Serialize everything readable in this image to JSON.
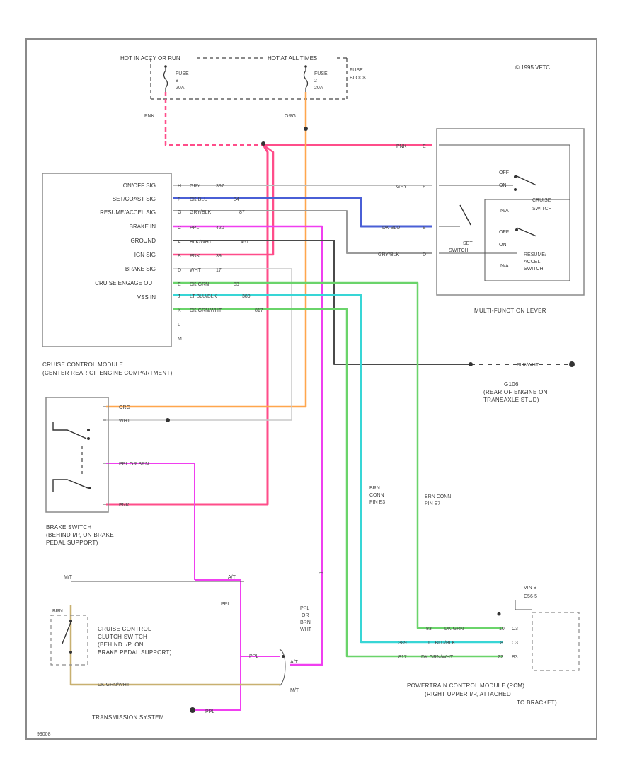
{
  "diagram": {
    "copyright": "© 1995 VFTC",
    "figure_code": "99008",
    "fuses": {
      "hot_run": "HOT IN ACCY OR RUN",
      "hot_all": "HOT AT ALL TIMES",
      "fuse_a": [
        "FUSE",
        "8",
        "20A"
      ],
      "fuse_b": [
        "FUSE",
        "2",
        "20A"
      ],
      "block": [
        "FUSE",
        "BLOCK"
      ],
      "wire_pnk": "PNK",
      "wire_org": "ORG"
    },
    "module": {
      "caption": [
        "CRUISE CONTROL MODULE",
        "(CENTER REAR OF ENGINE COMPARTMENT)"
      ],
      "pins": [
        {
          "name": "ON/OFF SIG",
          "pin": "H",
          "color": "GRY",
          "circuit": "397"
        },
        {
          "name": "SET/COAST SIG",
          "pin": "F",
          "color": "DK BLU",
          "circuit": "84"
        },
        {
          "name": "RESUME/ACCEL SIG",
          "pin": "G",
          "color": "GRY/BLK",
          "circuit": "87"
        },
        {
          "name": "BRAKE IN",
          "pin": "C",
          "color": "PPL",
          "circuit": "420"
        },
        {
          "name": "GROUND",
          "pin": "A",
          "color": "BLK/WHT",
          "circuit": "451"
        },
        {
          "name": "IGN SIG",
          "pin": "B",
          "color": "PNK",
          "circuit": "39"
        },
        {
          "name": "BRAKE SIG",
          "pin": "D",
          "color": "WHT",
          "circuit": "17"
        },
        {
          "name": "CRUISE ENGAGE OUT",
          "pin": "E",
          "color": "DK GRN",
          "circuit": "83"
        },
        {
          "name": "VSS IN",
          "pin": "J",
          "color": "LT BLU/BLK",
          "circuit": "389"
        },
        {
          "name": "",
          "pin": "K",
          "color": "DK GRN/WHT",
          "circuit": "817"
        },
        {
          "name": "",
          "pin": "L",
          "color": "",
          "circuit": ""
        },
        {
          "name": "",
          "pin": "M",
          "color": "",
          "circuit": ""
        }
      ]
    },
    "lever": {
      "caption": "MULTI-FUNCTION LEVER",
      "wires": [
        {
          "color": "PNK",
          "pin": "E"
        },
        {
          "color": "GRY",
          "pin": "F"
        },
        {
          "color": "DK BLU",
          "pin": "B"
        },
        {
          "color": "GRY/BLK",
          "pin": "D"
        }
      ],
      "cruise_switch": [
        "CRUISE",
        "SWITCH"
      ],
      "off": "OFF",
      "on": "ON",
      "n_a": "N/A",
      "set_switch": [
        "SET",
        "SWITCH"
      ],
      "resume_switch": [
        "RESUME/",
        "ACCEL",
        "SWITCH"
      ]
    },
    "ground": {
      "color": "BLK/WHT",
      "caption": [
        "G106",
        "(REAR OF ENGINE ON",
        "TRANSAXLE STUD)"
      ]
    },
    "brake_switch": {
      "caption": [
        "BRAKE SWITCH",
        "(BEHIND I/P, ON BRAKE",
        "PEDAL SUPPORT)"
      ],
      "wires": [
        "ORG",
        "WHT",
        "PPL OR BRN",
        "PNK"
      ]
    },
    "connectors": {
      "left": [
        "BRN",
        "CONN",
        "PIN E3"
      ],
      "right": [
        "BRN CONN",
        "PIN E7"
      ]
    },
    "clutch": {
      "mt": "M/T",
      "at": "A/T",
      "brn": "BRN",
      "ppl": "PPL",
      "caption": [
        "CRUISE CONTROL",
        "CLUTCH SWITCH",
        "(BEHIND I/P, ON",
        "BRAKE PEDAL SUPPORT)"
      ],
      "wire_bottom": "DK GRN/WHT",
      "ppl_or_brn": [
        "PPL",
        "OR",
        "BRN",
        "WHT"
      ]
    },
    "transmission": {
      "caption": "TRANSMISSION SYSTEM",
      "wire": "PPL",
      "at": "A/T",
      "mt": "M/T"
    },
    "pcm": {
      "pin_header": [
        "VIN B",
        "C56-5"
      ],
      "rows": [
        {
          "circuit": "83",
          "color": "DK GRN",
          "pin": "10",
          "cav": "C3"
        },
        {
          "circuit": "389",
          "color": "LT BLU/BLK",
          "pin": "8",
          "cav": "C3"
        },
        {
          "circuit": "817",
          "color": "DK GRN/WHT",
          "pin": "22",
          "cav": "B3"
        }
      ],
      "caption": [
        "POWERTRAIN CONTROL MODULE (PCM)",
        "(RIGHT UPPER I/P, ATTACHED",
        "TO BRACKET)"
      ]
    }
  },
  "colors": {
    "pink": "#ff4d8a",
    "orange": "#ffa64d",
    "blue": "#4a5fd6",
    "magenta": "#f03ff0",
    "green": "#6ad46a",
    "cyan": "#38d6d6",
    "gray_wire": "#bcbcbc",
    "black_wire": "#4a4a4a",
    "tan": "#c8b070"
  }
}
